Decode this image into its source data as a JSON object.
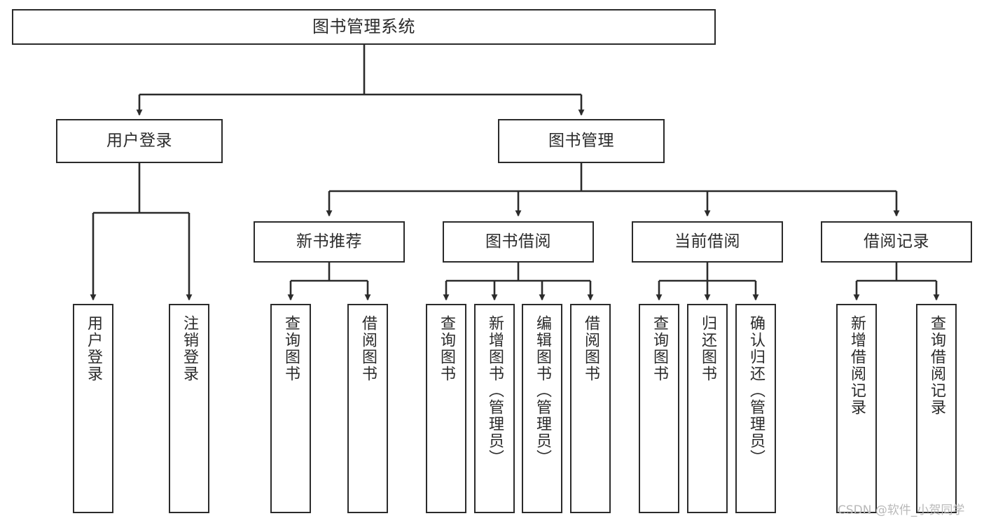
{
  "diagram": {
    "title": "图书管理系统",
    "type": "tree-hierarchy",
    "orientation": "top-down",
    "colors": {
      "node_border": "#2b2b2b",
      "node_fill": "#ffffff",
      "edge": "#2b2b2b",
      "text": "#2b2b2b",
      "watermark": "#b9b9b9",
      "background": "#ffffff"
    }
  },
  "root": {
    "label": "图书管理系统"
  },
  "level1": [
    {
      "label": "用户登录"
    },
    {
      "label": "图书管理"
    }
  ],
  "level2": [
    {
      "label": "新书推荐"
    },
    {
      "label": "图书借阅"
    },
    {
      "label": "当前借阅"
    },
    {
      "label": "借阅记录"
    }
  ],
  "leaves": {
    "user_login": [
      {
        "label": "用户登录"
      },
      {
        "label": "注销登录"
      }
    ],
    "new_book_recommend": [
      {
        "label": "查询图书"
      },
      {
        "label": "借阅图书"
      }
    ],
    "book_borrow": [
      {
        "label": "查询图书"
      },
      {
        "label": "新增图书（管理员）"
      },
      {
        "label": "编辑图书（管理员）"
      },
      {
        "label": "借阅图书"
      }
    ],
    "current_borrow": [
      {
        "label": "查询图书"
      },
      {
        "label": "归还图书"
      },
      {
        "label": "确认归还（管理员）"
      }
    ],
    "borrow_record": [
      {
        "label": "新增借阅记录"
      },
      {
        "label": "查询借阅记录"
      }
    ]
  },
  "watermark": {
    "text": "CSDN @软件_小贺同学"
  }
}
